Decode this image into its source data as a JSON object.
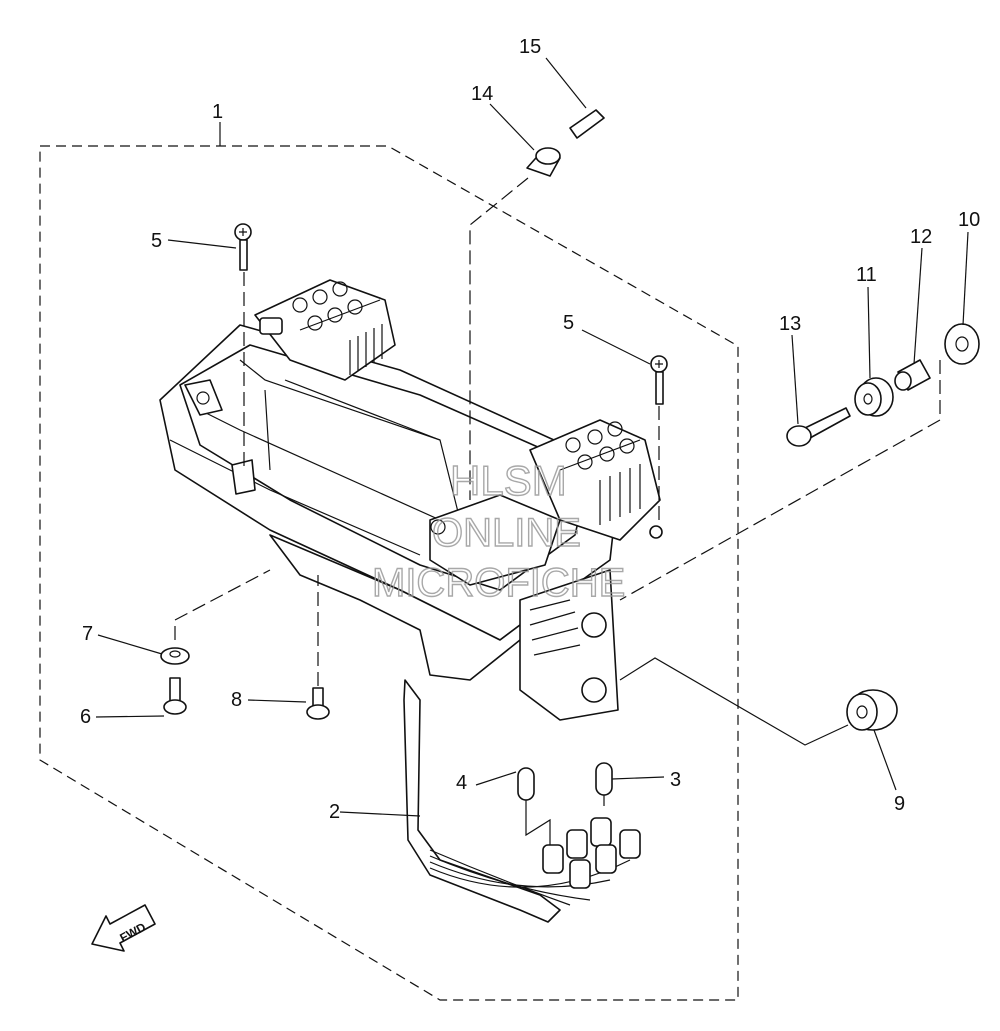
{
  "diagram": {
    "callouts": [
      {
        "id": "c1",
        "label": "1"
      },
      {
        "id": "c2",
        "label": "2"
      },
      {
        "id": "c3",
        "label": "3"
      },
      {
        "id": "c4",
        "label": "4"
      },
      {
        "id": "c5a",
        "label": "5"
      },
      {
        "id": "c5b",
        "label": "5"
      },
      {
        "id": "c6",
        "label": "6"
      },
      {
        "id": "c7",
        "label": "7"
      },
      {
        "id": "c8",
        "label": "8"
      },
      {
        "id": "c9",
        "label": "9"
      },
      {
        "id": "c10",
        "label": "10"
      },
      {
        "id": "c11",
        "label": "11"
      },
      {
        "id": "c12",
        "label": "12"
      },
      {
        "id": "c13",
        "label": "13"
      },
      {
        "id": "c14",
        "label": "14"
      },
      {
        "id": "c15",
        "label": "15"
      }
    ],
    "fwd_label": "FWD",
    "watermark": {
      "line1": "HLSM",
      "line2": "ONLINE",
      "line3": "MICROFICHE"
    }
  }
}
